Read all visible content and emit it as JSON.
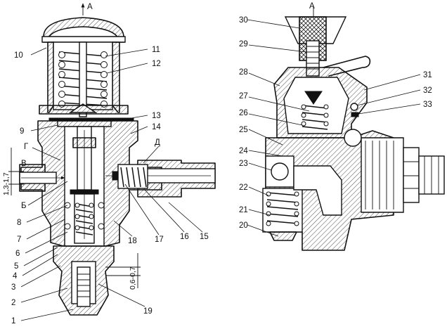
{
  "left_view": {
    "section_mark": "А",
    "dim_vertical": "1,3-1,7",
    "dim_gap": "0,6-0,7",
    "letters": {
      "g": "Г",
      "v": "В",
      "b": "Б",
      "d": "Д"
    },
    "callouts": {
      "c1": "1",
      "c2": "2",
      "c3": "3",
      "c4": "4",
      "c5": "5",
      "c6": "6",
      "c7": "7",
      "c8": "8",
      "c9": "9",
      "c10": "10",
      "c11": "11",
      "c12": "12",
      "c13": "13",
      "c14": "14",
      "c15": "15",
      "c16": "16",
      "c17": "17",
      "c18": "18",
      "c19": "19"
    }
  },
  "right_view": {
    "section_mark": "А",
    "callouts": {
      "c20": "20",
      "c21": "21",
      "c22": "22",
      "c23": "23",
      "c24": "24",
      "c25": "25",
      "c26": "26",
      "c27": "27",
      "c28": "28",
      "c29": "29",
      "c30": "30",
      "c31": "31",
      "c32": "32",
      "c33": "33"
    }
  }
}
